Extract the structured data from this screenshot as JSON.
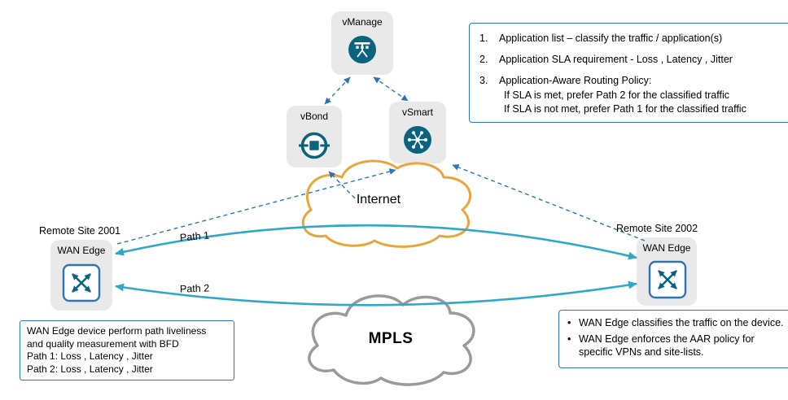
{
  "controllers": {
    "vmanage": {
      "label": "vManage"
    },
    "vbond": {
      "label": "vBond"
    },
    "vsmart": {
      "label": "vSmart"
    }
  },
  "clouds": {
    "internet": {
      "label": "Internet"
    },
    "mpls": {
      "label": "MPLS"
    }
  },
  "sites": {
    "left": {
      "title": "Remote Site 2001",
      "device": "WAN Edge"
    },
    "right": {
      "title": "Remote Site 2002",
      "device": "WAN Edge"
    }
  },
  "paths": {
    "path1": {
      "label": "Path 1"
    },
    "path2": {
      "label": "Path 2"
    }
  },
  "notes": {
    "policy": {
      "nums": [
        "1.",
        "2.",
        "3."
      ],
      "items": [
        "Application list – classify the traffic / application(s)",
        "Application SLA requirement - Loss , Latency , Jitter",
        "Application-Aware Routing Policy:"
      ],
      "sub_items": [
        "If SLA is met, prefer Path 2 for the classified traffic",
        "If SLA is not met, prefer Path 1 for the classified traffic"
      ]
    },
    "bfd": {
      "lines": [
        "WAN Edge device perform path liveliness",
        "and quality measurement with BFD",
        "Path 1: Loss , Latency , Jitter",
        "Path 2: Loss , Latency , Jitter"
      ]
    },
    "enforcement": {
      "bullet_char": "•",
      "bullets": [
        "WAN Edge classifies the traffic on the device.",
        "WAN Edge enforces the AAR policy for specific VPNs and site-lists."
      ]
    }
  },
  "colors": {
    "path_teal": "#31A8C8",
    "control_blue": "#2E74B5",
    "node_dark": "#0C637F",
    "internet_orange": "#EAA63C",
    "mpls_gray": "#9B9B9B",
    "wan_edge_border": "#2E75B6",
    "node_box_gray": "#E9E9E9"
  }
}
